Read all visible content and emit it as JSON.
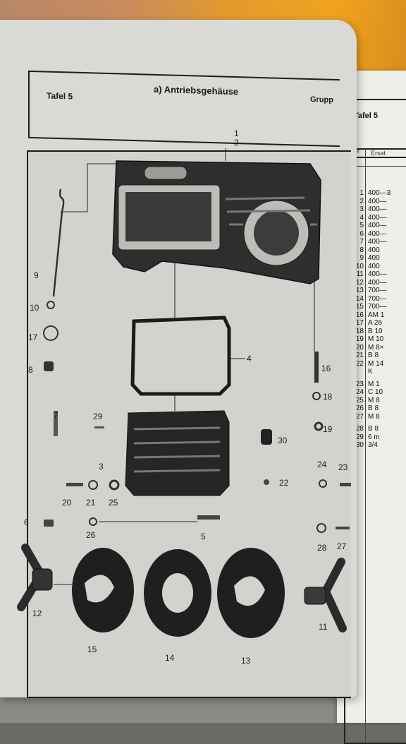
{
  "header": {
    "tafel": "Tafel 5",
    "title": "a) Antriebsgehäuse",
    "gruppe": "Grupp"
  },
  "right_page": {
    "tafel": "Tafel 5",
    "col_bild": "Bild Nr.",
    "col_ersatz": "Ersat",
    "rows": [
      {
        "n": "1",
        "v": "400—3"
      },
      {
        "n": "2",
        "v": "400—"
      },
      {
        "n": "3",
        "v": "400—"
      },
      {
        "n": "4",
        "v": "400—"
      },
      {
        "n": "5",
        "v": "400—"
      },
      {
        "n": "6",
        "v": "400—"
      },
      {
        "n": "7",
        "v": "400—"
      },
      {
        "n": "8",
        "v": "400"
      },
      {
        "n": "9",
        "v": "400"
      },
      {
        "n": "10",
        "v": "400"
      },
      {
        "n": "11",
        "v": "400—"
      },
      {
        "n": "12",
        "v": "400—"
      },
      {
        "n": "13",
        "v": "700—"
      },
      {
        "n": "14",
        "v": "700—"
      },
      {
        "n": "15",
        "v": "700—"
      },
      {
        "n": "16",
        "v": "AM 1"
      },
      {
        "n": "17",
        "v": "A 26"
      },
      {
        "n": "18",
        "v": "B 10"
      },
      {
        "n": "19",
        "v": "M 10"
      },
      {
        "n": "20",
        "v": "M 8×"
      },
      {
        "n": "21",
        "v": "B 8"
      },
      {
        "n": "22",
        "v": "M 14"
      },
      {
        "n": "",
        "v": "K"
      },
      {
        "n": "23",
        "v": "M 1"
      },
      {
        "n": "24",
        "v": "C 10"
      },
      {
        "n": "25",
        "v": "M 8"
      },
      {
        "n": "26",
        "v": "B 8"
      },
      {
        "n": "27",
        "v": "M 8"
      },
      {
        "n": "28",
        "v": "B 8"
      },
      {
        "n": "29",
        "v": "6 m"
      },
      {
        "n": "30",
        "v": "3/4"
      }
    ]
  },
  "diagram_labels": {
    "l1": "1",
    "l2": "2",
    "l3": "3",
    "l4": "4",
    "l5": "5",
    "l6": "6",
    "l7": "7",
    "l8": "8",
    "l9": "9",
    "l10": "10",
    "l11": "11",
    "l12": "12",
    "l13": "13",
    "l14": "14",
    "l15": "15",
    "l16": "16",
    "l17": "17",
    "l18": "18",
    "l19": "19",
    "l20": "20",
    "l21": "21",
    "l22": "22",
    "l23": "23",
    "l24": "24",
    "l25": "25",
    "l26": "26",
    "l27": "27",
    "l28": "28",
    "l29": "29",
    "l30": "30"
  }
}
